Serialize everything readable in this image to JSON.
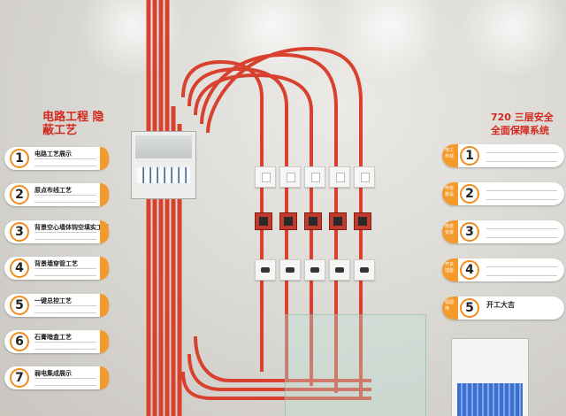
{
  "left_panel": {
    "title": "电路工程 隐蔽工艺",
    "items": [
      {
        "number": "1",
        "label": "电路工艺展示"
      },
      {
        "number": "2",
        "label": "原点布线工艺"
      },
      {
        "number": "3",
        "label": "背景空心墙体钩空填实工艺"
      },
      {
        "number": "4",
        "label": "背景墙穿管工艺"
      },
      {
        "number": "5",
        "label": "一键总控工艺"
      },
      {
        "number": "6",
        "label": "石膏暗盒工艺"
      },
      {
        "number": "7",
        "label": "弱电集成展示"
      }
    ]
  },
  "right_panel": {
    "title": "720 三层安全 全面保障系统",
    "items": [
      {
        "number": "1",
        "tag": "电工布线"
      },
      {
        "number": "2",
        "tag": "电管敷设"
      },
      {
        "number": "3",
        "tag": "暗盒安装"
      },
      {
        "number": "4",
        "tag": "开关插座"
      },
      {
        "number": "5",
        "tag": "强弱电"
      }
    ],
    "banner": "开工大吉"
  },
  "colors": {
    "conduit": "#d8412e",
    "accent_orange": "#f39a2a",
    "wall": "#d9d7d2"
  }
}
